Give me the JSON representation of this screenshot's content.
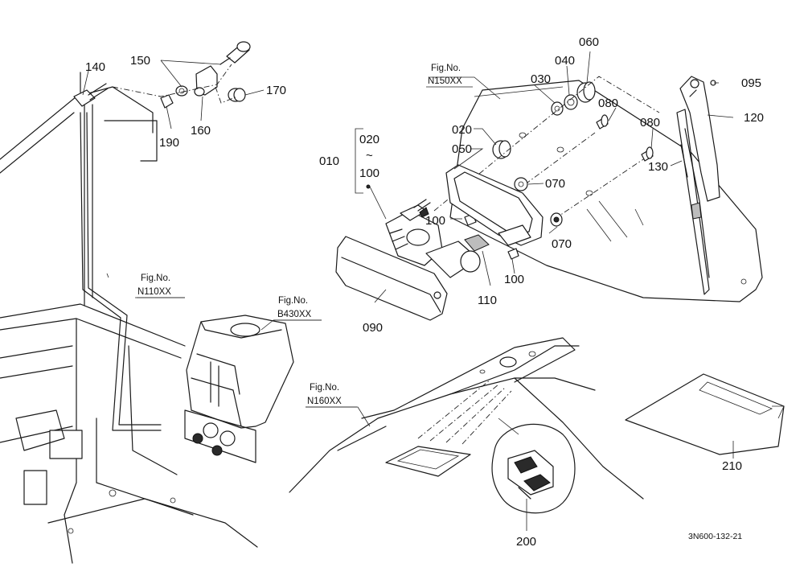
{
  "part_numbers": {
    "p010": "010",
    "p020_range_top": "020",
    "range_tilde": "~",
    "p100_range_bottom": "100",
    "p020": "020",
    "p030": "030",
    "p040": "040",
    "p050": "050",
    "p060": "060",
    "p070a": "070",
    "p070b": "070",
    "p080a": "080",
    "p080b": "080",
    "p090": "090",
    "p095": "095",
    "p100a": "100",
    "p100b": "100",
    "p110": "110",
    "p120": "120",
    "p130": "130",
    "p140": "140",
    "p150": "150",
    "p160": "160",
    "p170": "170",
    "p190": "190",
    "p200": "200",
    "p210": "210"
  },
  "figure_refs": {
    "n150": {
      "label": "Fig.No.",
      "code": "N150XX"
    },
    "n110": {
      "label": "Fig.No.",
      "code": "N110XX"
    },
    "b430": {
      "label": "Fig.No.",
      "code": "B430XX"
    },
    "n160": {
      "label": "Fig.No.",
      "code": "N160XX"
    }
  },
  "drawing_code": "3N600-132-21"
}
